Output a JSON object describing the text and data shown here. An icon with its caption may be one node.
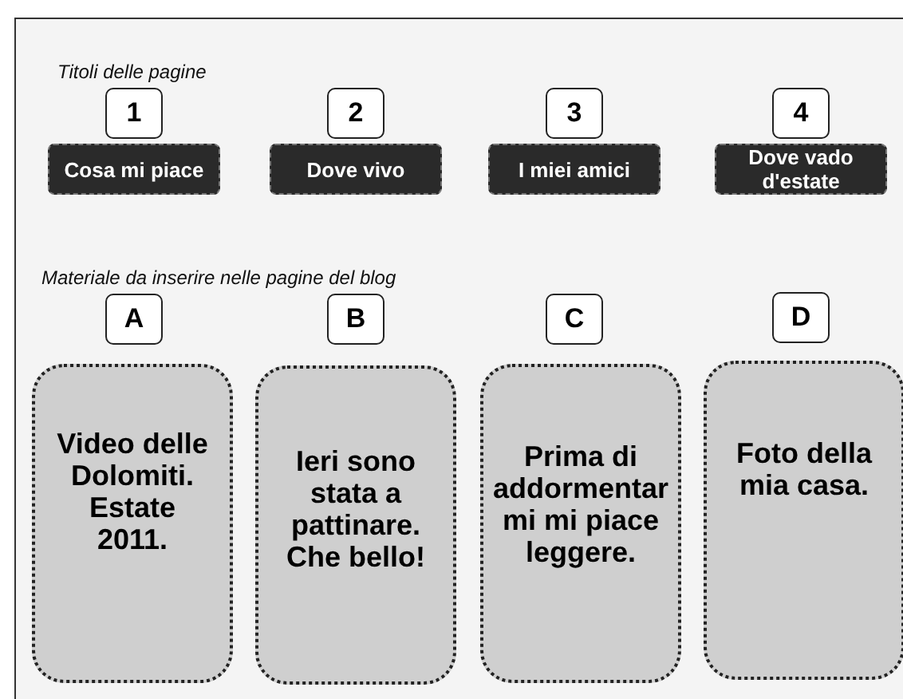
{
  "diagram": {
    "nodes": [
      {
        "text": [
          "1"
        ]
      },
      {
        "text": [
          "2"
        ]
      },
      {
        "text": [
          "3"
        ]
      },
      {
        "text": [
          "4"
        ]
      },
      {
        "text": [
          "Cosa mi piace"
        ]
      },
      {
        "text": [
          "Dove vivo"
        ]
      },
      {
        "text": [
          "I miei amici"
        ]
      },
      {
        "text": [
          "Dove vado d'estate"
        ]
      },
      {
        "text": [
          "A"
        ]
      },
      {
        "text": [
          "B"
        ]
      },
      {
        "text": [
          "C"
        ]
      },
      {
        "text": [
          "D"
        ]
      },
      {
        "text": [
          "Video delle Dolomiti. Estate 2011."
        ]
      },
      {
        "text": [
          "Ieri sono stata a pattinare. Che bello!"
        ]
      },
      {
        "text": [
          "Prima di addormentar mi mi piace leggere."
        ]
      },
      {
        "text": [
          "Foto della mia casa."
        ]
      }
    ],
    "edges": [],
    "labels": [
      "Titoli delle pagine",
      "Materiale da inserire nelle pagine del blog"
    ]
  }
}
